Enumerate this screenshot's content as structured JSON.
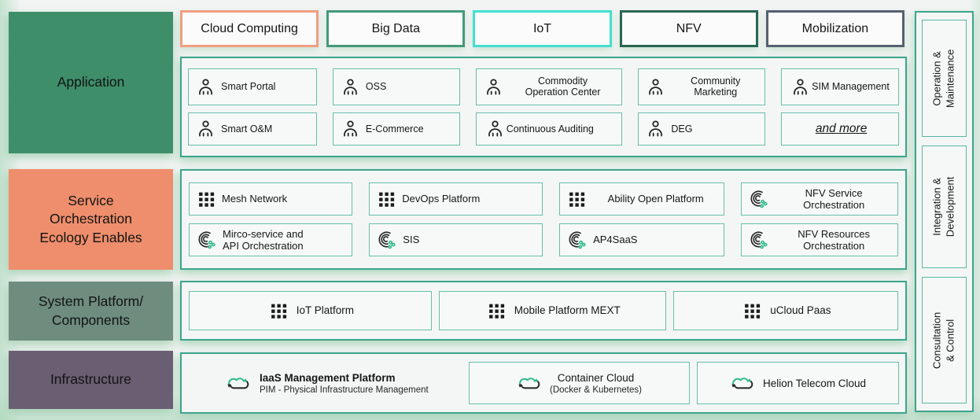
{
  "left_rows": [
    {
      "label": "Application",
      "color": "#3E8E69"
    },
    {
      "label": "Service\nOrchestration\nEcology Enables",
      "color": "#EE8E6C"
    },
    {
      "label": "System Platform/\nComponents",
      "color": "#6F8D7F"
    },
    {
      "label": "Infrastructure",
      "color": "#6A5E72"
    }
  ],
  "tabs": [
    {
      "label": "Cloud Computing",
      "border": "#EF9E80"
    },
    {
      "label": "Big Data",
      "border": "#43997B"
    },
    {
      "label": "IoT",
      "border": "#45DFD0"
    },
    {
      "label": "NFV",
      "border": "#2A6653"
    },
    {
      "label": "Mobilization",
      "border": "#566070"
    }
  ],
  "application": {
    "row1": [
      {
        "icon": "person-icon",
        "label": "Smart Portal"
      },
      {
        "icon": "person-icon",
        "label": "OSS"
      },
      {
        "icon": "person-icon",
        "label": "Commodity\nOperation Center"
      },
      {
        "icon": "person-icon",
        "label": "Community\nMarketing"
      },
      {
        "icon": "person-icon",
        "label": "SIM Management"
      }
    ],
    "row2": [
      {
        "icon": "person-icon",
        "label": "Smart O&M"
      },
      {
        "icon": "person-icon",
        "label": "E-Commerce"
      },
      {
        "icon": "person-icon",
        "label": "Continuous Auditing"
      },
      {
        "icon": "person-icon",
        "label": "DEG"
      },
      {
        "icon": "none",
        "label": "and more"
      }
    ]
  },
  "service": {
    "row1": [
      {
        "icon": "grid-icon",
        "label": "Mesh Network"
      },
      {
        "icon": "grid-icon",
        "label": "DevOps Platform"
      },
      {
        "icon": "grid-icon",
        "label": "Ability Open Platform"
      },
      {
        "icon": "orchestration-flow-icon",
        "label": "NFV Service\nOrchestration"
      }
    ],
    "row2": [
      {
        "icon": "orchestration-flow-icon",
        "label": "Mirco-service and\nAPI Orchestration"
      },
      {
        "icon": "orchestration-flow-icon",
        "label": "SIS"
      },
      {
        "icon": "orchestration-flow-icon",
        "label": "AP4SaaS"
      },
      {
        "icon": "orchestration-flow-icon",
        "label": "NFV Resources\nOrchestration"
      }
    ]
  },
  "system": {
    "items": [
      {
        "icon": "grid-icon",
        "label": "IoT Platform"
      },
      {
        "icon": "grid-icon",
        "label": "Mobile Platform MEXT"
      },
      {
        "icon": "grid-icon",
        "label": "uCloud Paas"
      }
    ]
  },
  "infrastructure": {
    "items": [
      {
        "icon": "cloud-sync-icon",
        "title": "IaaS Management Platform",
        "subtitle": "PIM - Physical Infrastructure Management"
      },
      {
        "icon": "cloud-sync-icon",
        "title": "Container Cloud",
        "subtitle": "(Docker & Kubernetes)"
      },
      {
        "icon": "cloud-sync-icon",
        "title": "Helion Telecom Cloud",
        "subtitle": ""
      }
    ]
  },
  "sidebar": {
    "items": [
      {
        "label": "Operation &\nMaintenance"
      },
      {
        "label": "Integration &\nDevelopment"
      },
      {
        "label": "Consultation & Control"
      }
    ]
  },
  "colors": {
    "container_border": "#3CA48D",
    "item_border": "#66BFAA",
    "icon_green": "#2EB98A",
    "icon_black": "#222222",
    "background": "#F2F4F3",
    "glow_green": "#A0D4B2"
  }
}
